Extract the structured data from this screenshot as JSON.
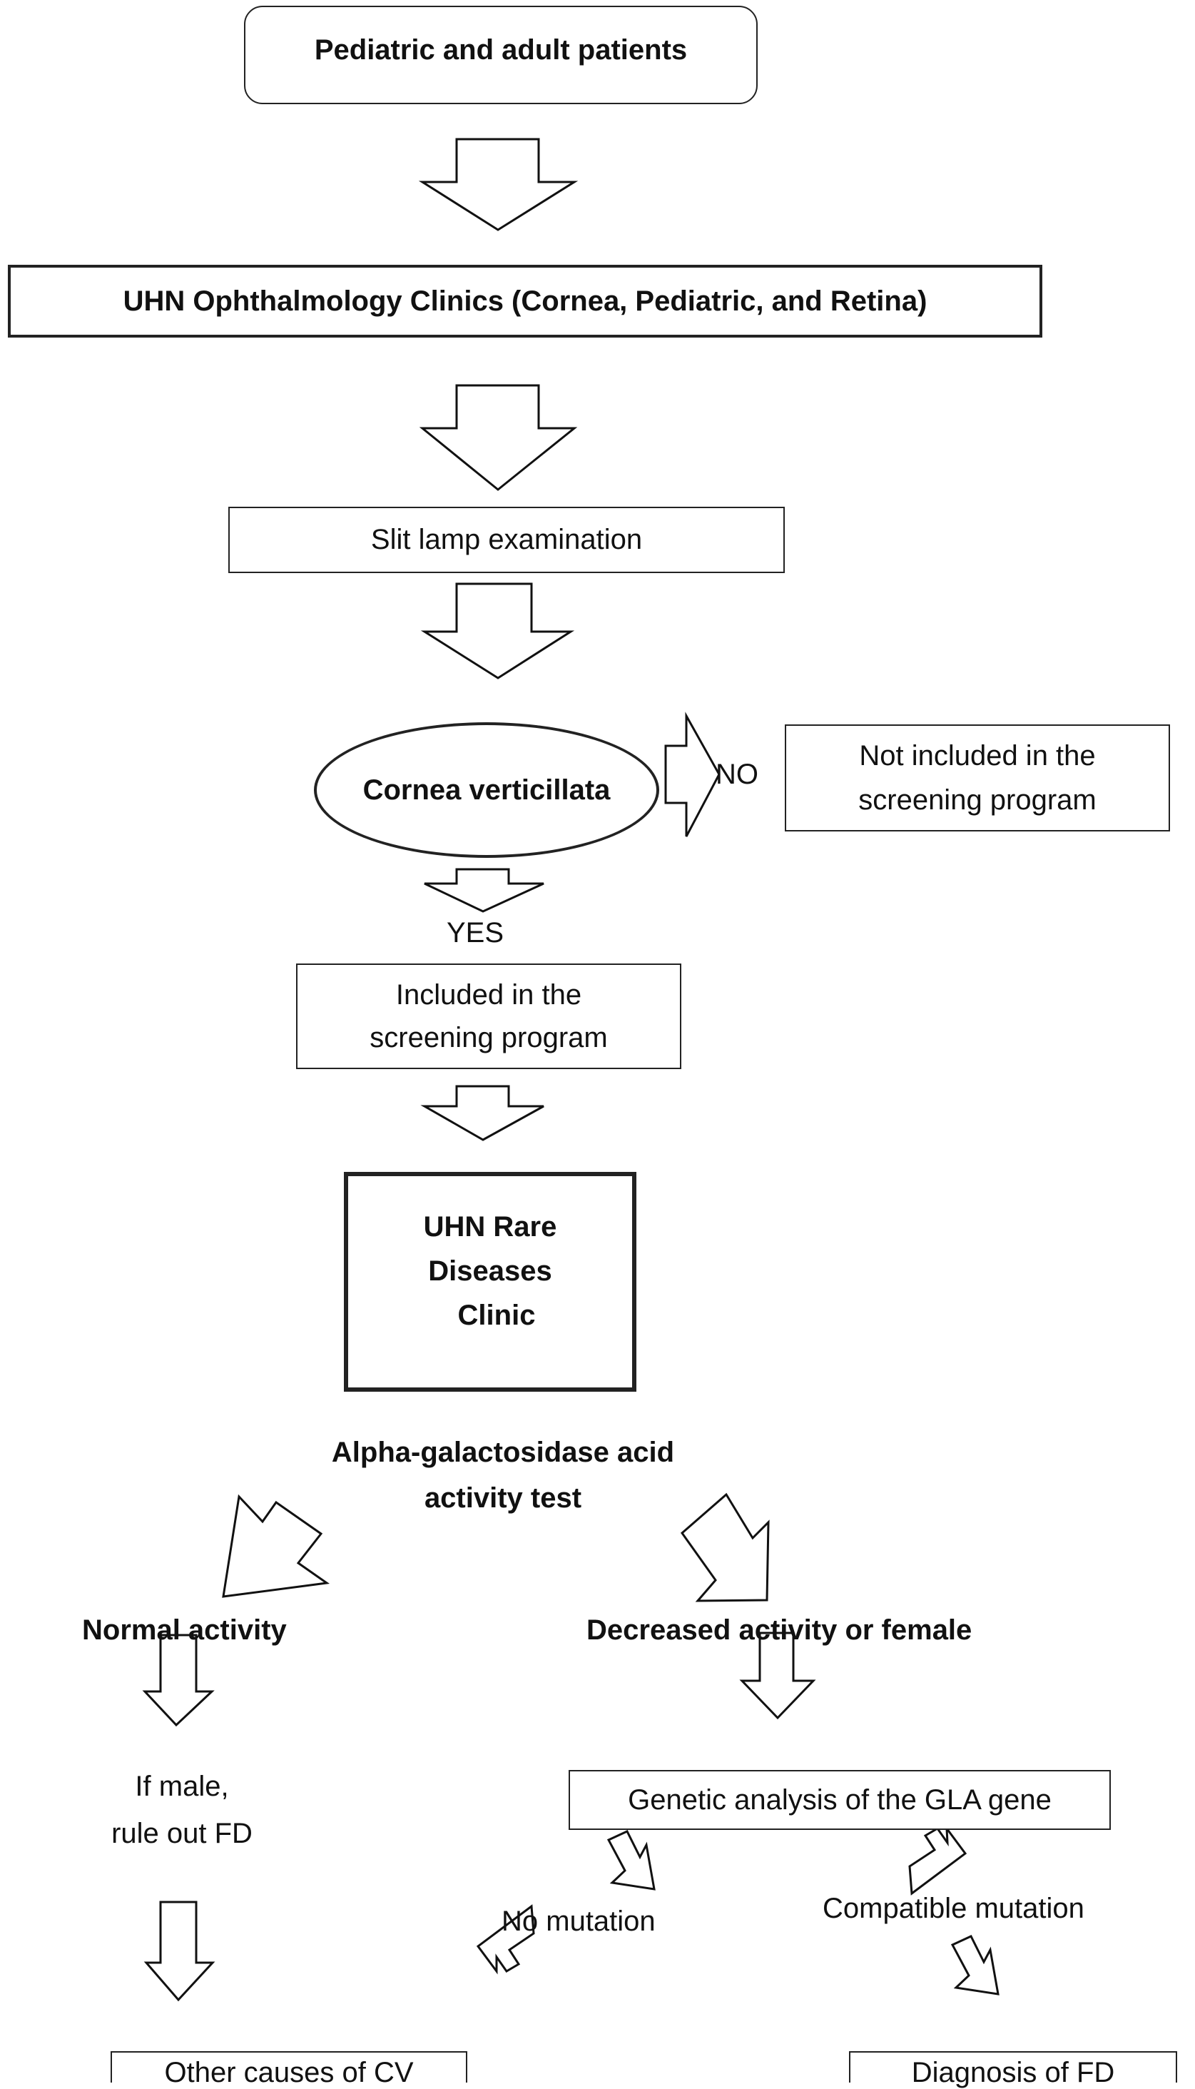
{
  "nodes": {
    "patients": "Pediatric and adult patients",
    "clinics": "UHN Ophthalmology Clinics (Cornea, Pediatric, and Retina)",
    "slit_lamp": "Slit lamp examination",
    "cornea_verticillata": "Cornea verticillata",
    "not_included_line1": "Not included in the",
    "not_included_line2": "screening program",
    "included_line1": "Included in the",
    "included_line2": "screening program",
    "rare_line1": "UHN Rare",
    "rare_line2": "Diseases",
    "rare_line3": "Clinic",
    "alpha_line1": "Alpha-galactosidase acid",
    "alpha_line2": "activity test",
    "normal_activity": "Normal activity",
    "decreased_activity": "Decreased activity or female",
    "if_male_line1": "If male,",
    "if_male_line2": "rule out FD",
    "genetic_analysis": "Genetic analysis of the GLA gene",
    "no_mutation": "No mutation",
    "compatible_mutation": "Compatible mutation",
    "other_causes": "Other causes of CV",
    "diagnosis_fd": "Diagnosis of FD"
  },
  "edge_labels": {
    "no": "NO",
    "yes": "YES"
  },
  "colors": {
    "line": "#111111",
    "fill": "#ffffff"
  }
}
